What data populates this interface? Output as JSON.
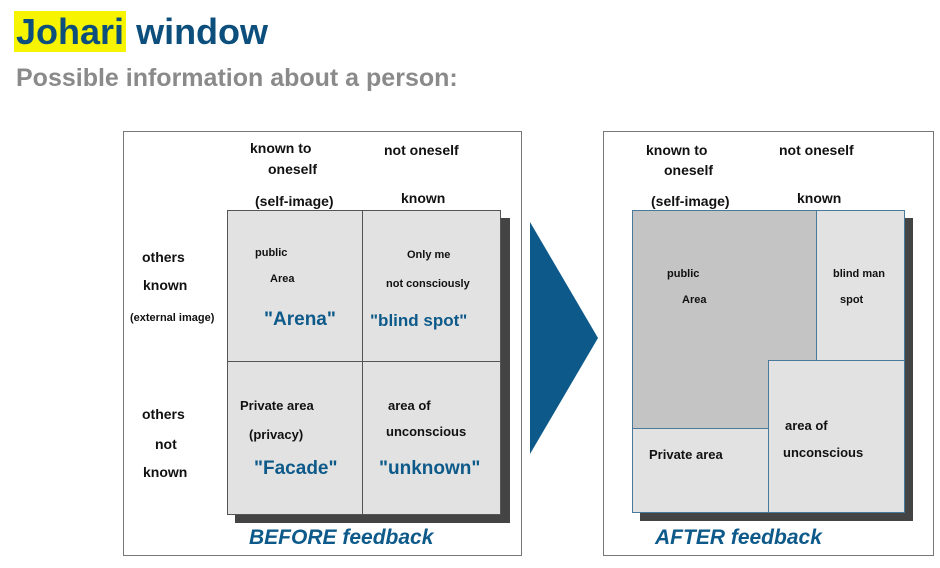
{
  "header": {
    "title_highlight": "Johari",
    "title_rest": "window",
    "subtitle": "Possible information about a person:"
  },
  "before": {
    "col1_l1": "known to",
    "col1_l2": "oneself",
    "col1_l3": "(self-image)",
    "col2_l1": "not oneself",
    "col2_l2": "known",
    "row1_l1": "others",
    "row1_l2": "known",
    "row1_l3": "(external image)",
    "row2_l1": "others",
    "row2_l2": "not",
    "row2_l3": "known",
    "q1_l1": "public",
    "q1_l2": "Area",
    "q1_name": "\"Arena\"",
    "q2_l1": "Only me",
    "q2_l2": "not consciously",
    "q2_name": "\"blind spot\"",
    "q3_l1": "Private area",
    "q3_l2": "(privacy)",
    "q3_name": "\"Facade\"",
    "q4_l1": "area of",
    "q4_l2": "unconscious",
    "q4_name": "\"unknown\"",
    "footer": "BEFORE feedback"
  },
  "after": {
    "col1_l1": "known to",
    "col1_l2": "oneself",
    "col1_l3": "(self-image)",
    "col2_l1": "not oneself",
    "col2_l2": "known",
    "q1_l1": "public",
    "q1_l2": "Area",
    "q2_l1": "blind man",
    "q2_l2": "spot",
    "q3_l1": "Private area",
    "q4_l1": "area of",
    "q4_l2": "unconscious",
    "footer": "AFTER feedback"
  },
  "colors": {
    "title": "#0d4f7c",
    "highlight": "#f6f400",
    "arrow": "#0d5a8a",
    "cell": "#e2e2e2",
    "arena_after": "#c4c4c4"
  }
}
